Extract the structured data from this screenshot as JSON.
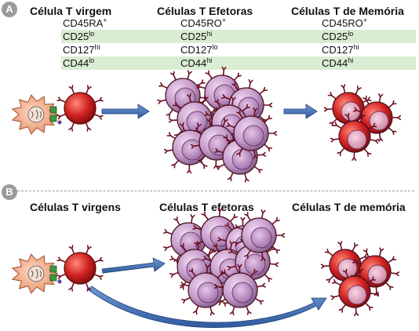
{
  "panels": [
    {
      "badge": "A",
      "titles": {
        "naive": "Célula T virgem",
        "effector": "Células T Efetoras",
        "memory": "Células T de Memória"
      },
      "markers": {
        "naive": [
          {
            "name": "CD45RA",
            "sup": "+"
          },
          {
            "name": "CD25",
            "sup": "lo"
          },
          {
            "name": "CD127",
            "sup": "hi"
          },
          {
            "name": "CD44",
            "sup": "lo"
          }
        ],
        "effector": [
          {
            "name": "CD45RO",
            "sup": "+"
          },
          {
            "name": "CD25",
            "sup": "hi"
          },
          {
            "name": "CD127",
            "sup": "lo"
          },
          {
            "name": "CD44",
            "sup": "hi"
          }
        ],
        "memory": [
          {
            "name": "CD45RO",
            "sup": "+"
          },
          {
            "name": "CD25",
            "sup": "lo"
          },
          {
            "name": "CD127",
            "sup": "hi"
          },
          {
            "name": "CD44",
            "sup": "hi"
          }
        ]
      }
    },
    {
      "badge": "B",
      "titles": {
        "naive": "Células T virgens",
        "effector": "Células T efetoras",
        "memory": "Células T de memória"
      }
    }
  ],
  "colors": {
    "band": "#d9edd3",
    "arrow": "#3d6fb5",
    "naive_cell": "#d42222",
    "effector_cell": "#c49ac9",
    "memory_cell": "#d42222",
    "apc": "#f2ad8c",
    "badge": "#9a9a9a"
  }
}
